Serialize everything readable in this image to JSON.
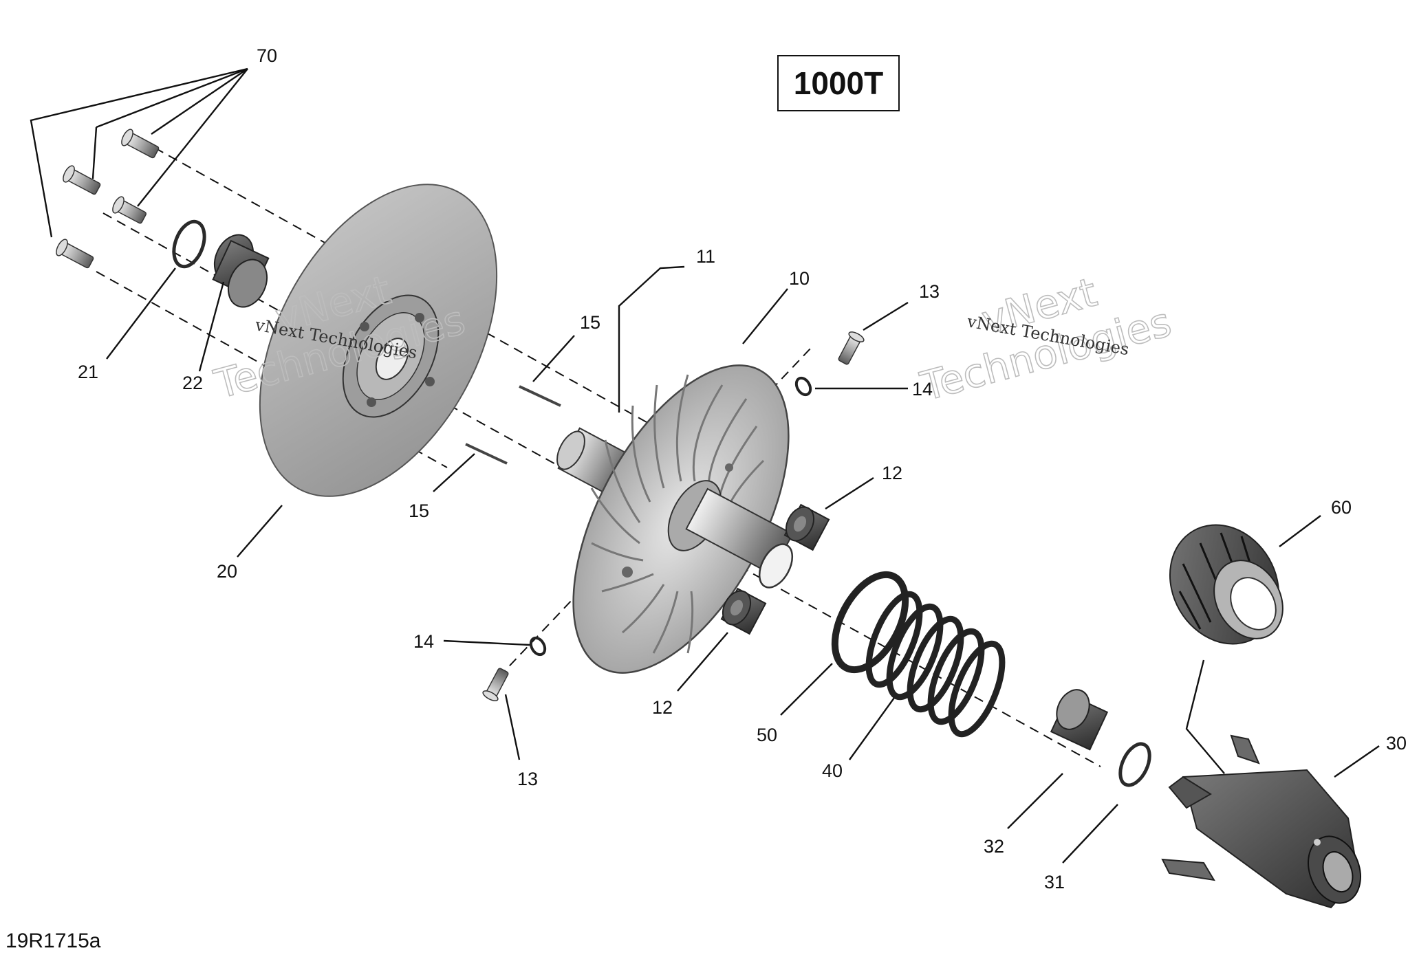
{
  "diagram": {
    "model_label": "1000T",
    "reference_code": "19R1715a",
    "watermarks": [
      {
        "line1": "vNext",
        "line2": "Technologies",
        "caption": "vNext Technologies"
      },
      {
        "line1": "vNext",
        "line2": "Technologies",
        "caption": "vNext Technologies"
      }
    ],
    "callouts": {
      "c70": "70",
      "c21": "21",
      "c22": "22",
      "c11": "11",
      "c10": "10",
      "c15a": "15",
      "c15b": "15",
      "c20": "20",
      "c13a": "13",
      "c14a": "14",
      "c12a": "12",
      "c12b": "12",
      "c14b": "14",
      "c13b": "13",
      "c60": "60",
      "c50": "50",
      "c40": "40",
      "c30": "30",
      "c32": "32",
      "c31": "31"
    },
    "colors": {
      "line": "#111111",
      "part_dark": "#3a3a3a",
      "part_mid": "#8c8c8c",
      "part_light": "#d4d4d4",
      "watermark": "#bdbdbd"
    }
  }
}
